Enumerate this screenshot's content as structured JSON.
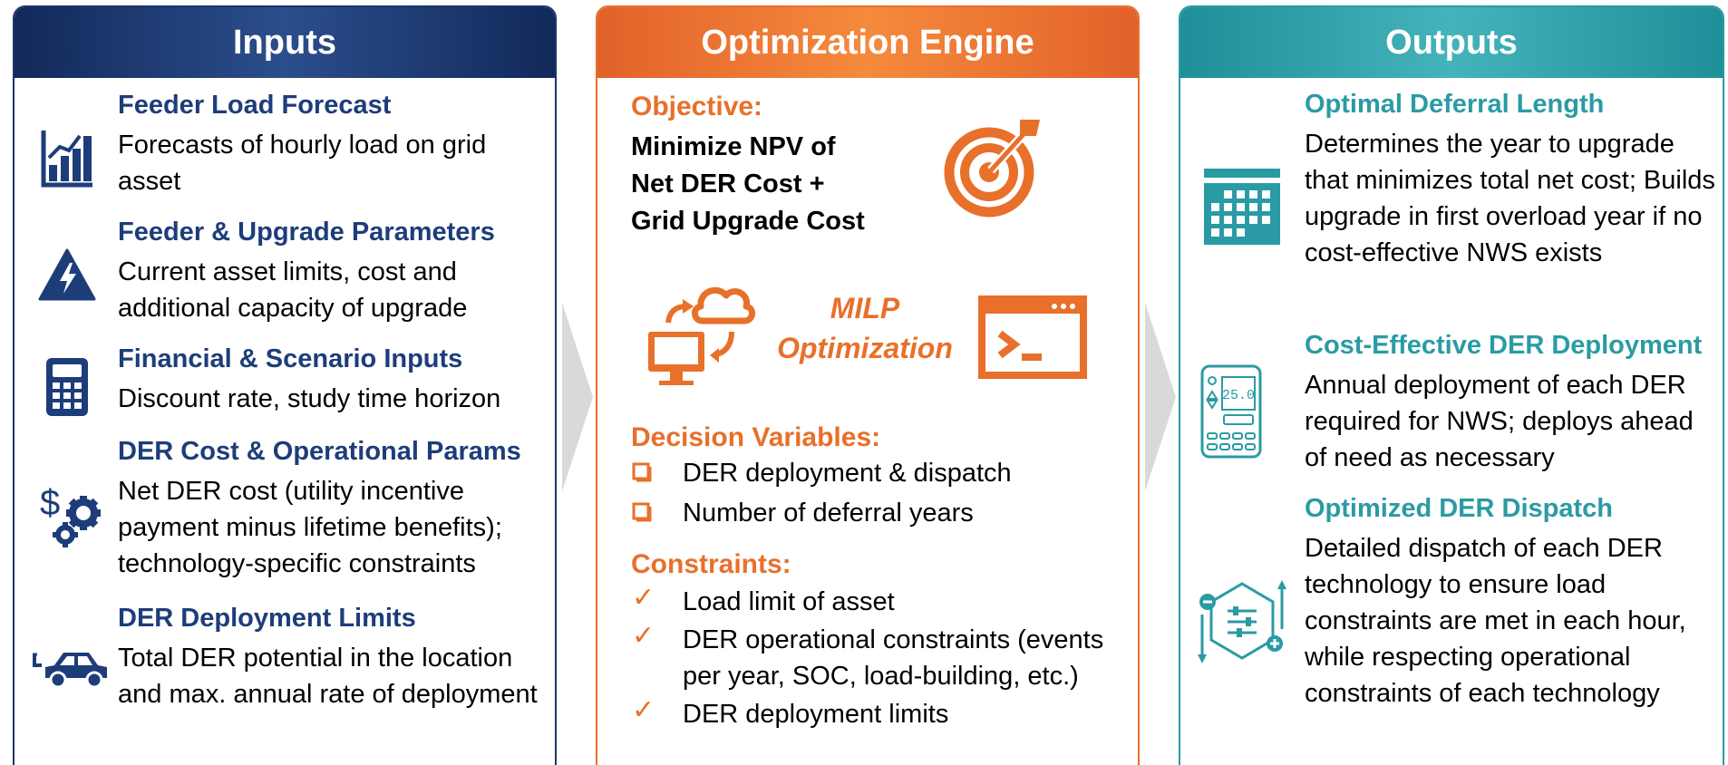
{
  "colors": {
    "inputs_accent": "#1d3d7a",
    "engine_accent": "#e8702a",
    "outputs_accent": "#2a9ba4"
  },
  "inputs": {
    "header": "Inputs",
    "items": [
      {
        "title": "Feeder Load Forecast",
        "desc": "Forecasts of hourly load on grid asset",
        "icon": "bar-chart-icon"
      },
      {
        "title": "Feeder & Upgrade Parameters",
        "desc": "Current asset limits, cost and additional capacity of upgrade",
        "icon": "high-voltage-icon"
      },
      {
        "title": "Financial & Scenario Inputs",
        "desc": "Discount rate, study time horizon",
        "icon": "calculator-icon"
      },
      {
        "title": "DER Cost & Operational Params",
        "desc": "Net DER cost (utility incentive payment minus lifetime benefits); technology-specific constraints",
        "icon": "dollar-gears-icon"
      },
      {
        "title": "DER Deployment Limits",
        "desc": "Total DER potential in the location and max. annual rate of deployment",
        "icon": "electric-car-icon"
      }
    ]
  },
  "engine": {
    "header": "Optimization Engine",
    "objective_label": "Objective:",
    "objective_text": "Minimize NPV of Net DER Cost + Grid Upgrade Cost",
    "milp_label": "MILP Optimization",
    "decision_label": "Decision Variables:",
    "decision_items": [
      "DER deployment & dispatch",
      "Number of deferral years"
    ],
    "constraints_label": "Constraints:",
    "constraint_items": [
      "Load limit of asset",
      "DER operational constraints (events per year, SOC, load-building, etc.)",
      "DER deployment limits"
    ]
  },
  "outputs": {
    "header": "Outputs",
    "items": [
      {
        "title": "Optimal Deferral Length",
        "desc": "Determines the year to upgrade that minimizes total net cost; Builds upgrade in first overload year if no cost-effective NWS exists",
        "icon": "calendar-icon"
      },
      {
        "title": "Cost-Effective DER Deployment",
        "desc": "Annual deployment of each DER required for NWS; deploys ahead of need as necessary",
        "icon": "thermostat-icon",
        "icon_text": "25.0"
      },
      {
        "title": "Optimized DER Dispatch",
        "desc": "Detailed dispatch of each DER technology to ensure load constraints are met in each hour, while respecting operational constraints of each technology",
        "icon": "dispatch-sliders-icon"
      }
    ]
  }
}
